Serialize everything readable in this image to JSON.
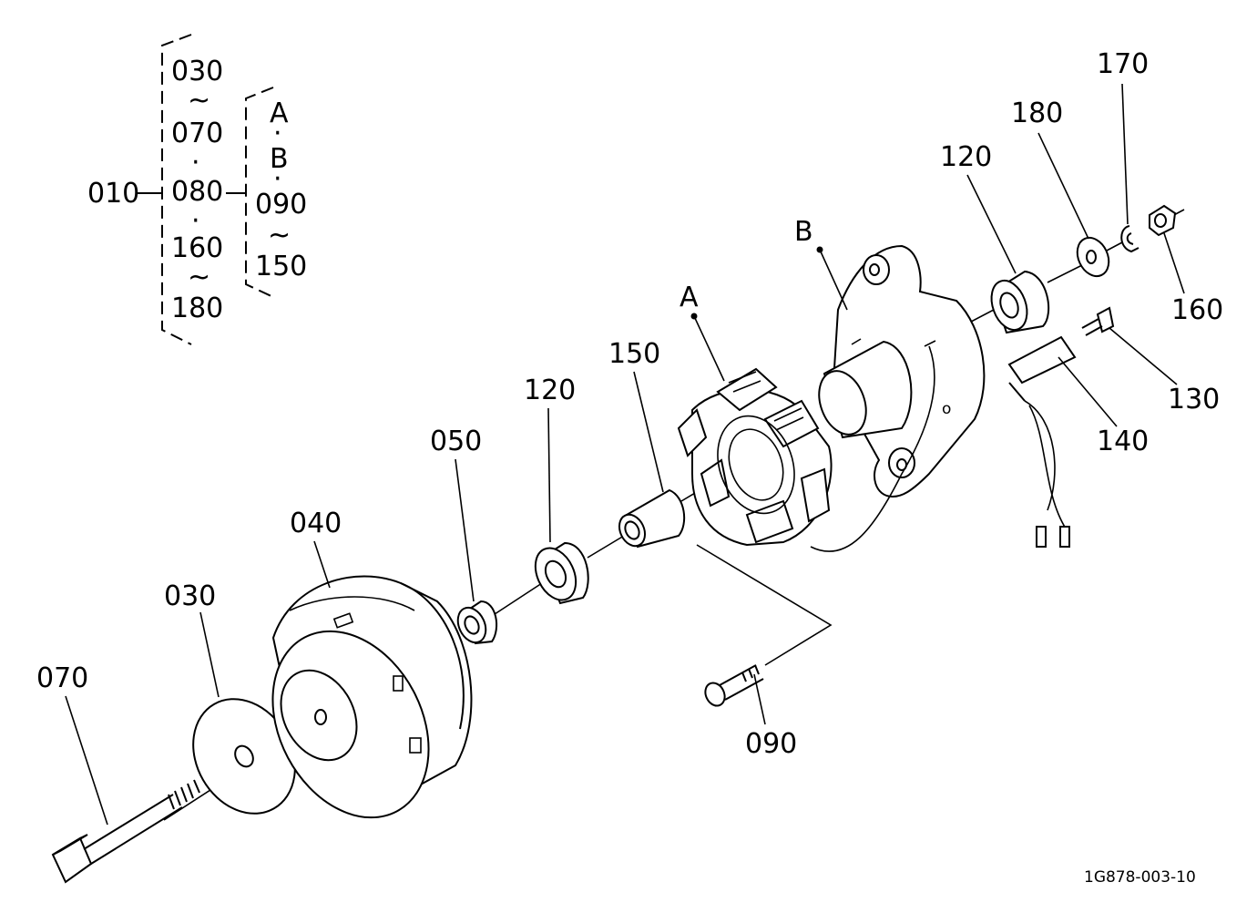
{
  "group": {
    "root": "010",
    "left_list": [
      "030",
      "~",
      "070",
      "·",
      "080",
      "·",
      "160",
      "~",
      "180"
    ],
    "right_list": [
      "A",
      "·",
      "B",
      "·",
      "090",
      "~",
      "150"
    ]
  },
  "parts": {
    "p030_top": "030",
    "p040": "040",
    "p030": "030",
    "p070": "070",
    "p050": "050",
    "p120_left": "120",
    "p150": "150",
    "p090": "090",
    "pA": "A",
    "pB": "B",
    "p120_right": "120",
    "p180": "180",
    "p170": "170",
    "p160": "160",
    "p130": "130",
    "p140": "140"
  },
  "drawing_code": "1G878-003-10"
}
